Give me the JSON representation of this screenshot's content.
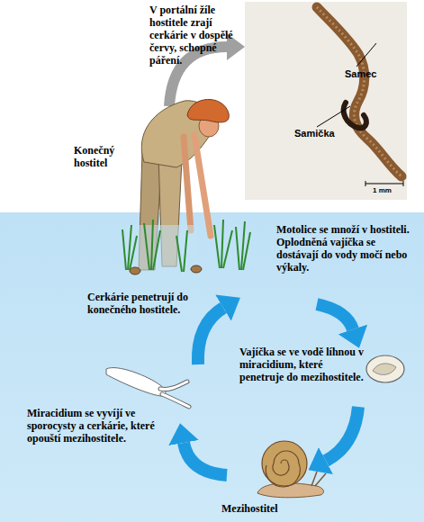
{
  "diagram": {
    "labels": [
      "V portální žíle hostitele zrají cerkárie v dospělé červy, schopné páření.",
      "Samec",
      "Samička",
      "1 mm",
      "Konečný hostitel",
      "Motolice se množí v hostiteli. Oplodněná vajíčka se dostávají do vody močí nebo výkaly.",
      "Cerkárie penetrují do konečného hostitele.",
      "Vajíčka se ve vodě líhnou v miracidium, které penetruje do mezihostitele.",
      "Miracidium se vyvíjí ve sporocysty a cerkárie, které opouští mezihostitele.",
      "Mezihostitel"
    ]
  }
}
